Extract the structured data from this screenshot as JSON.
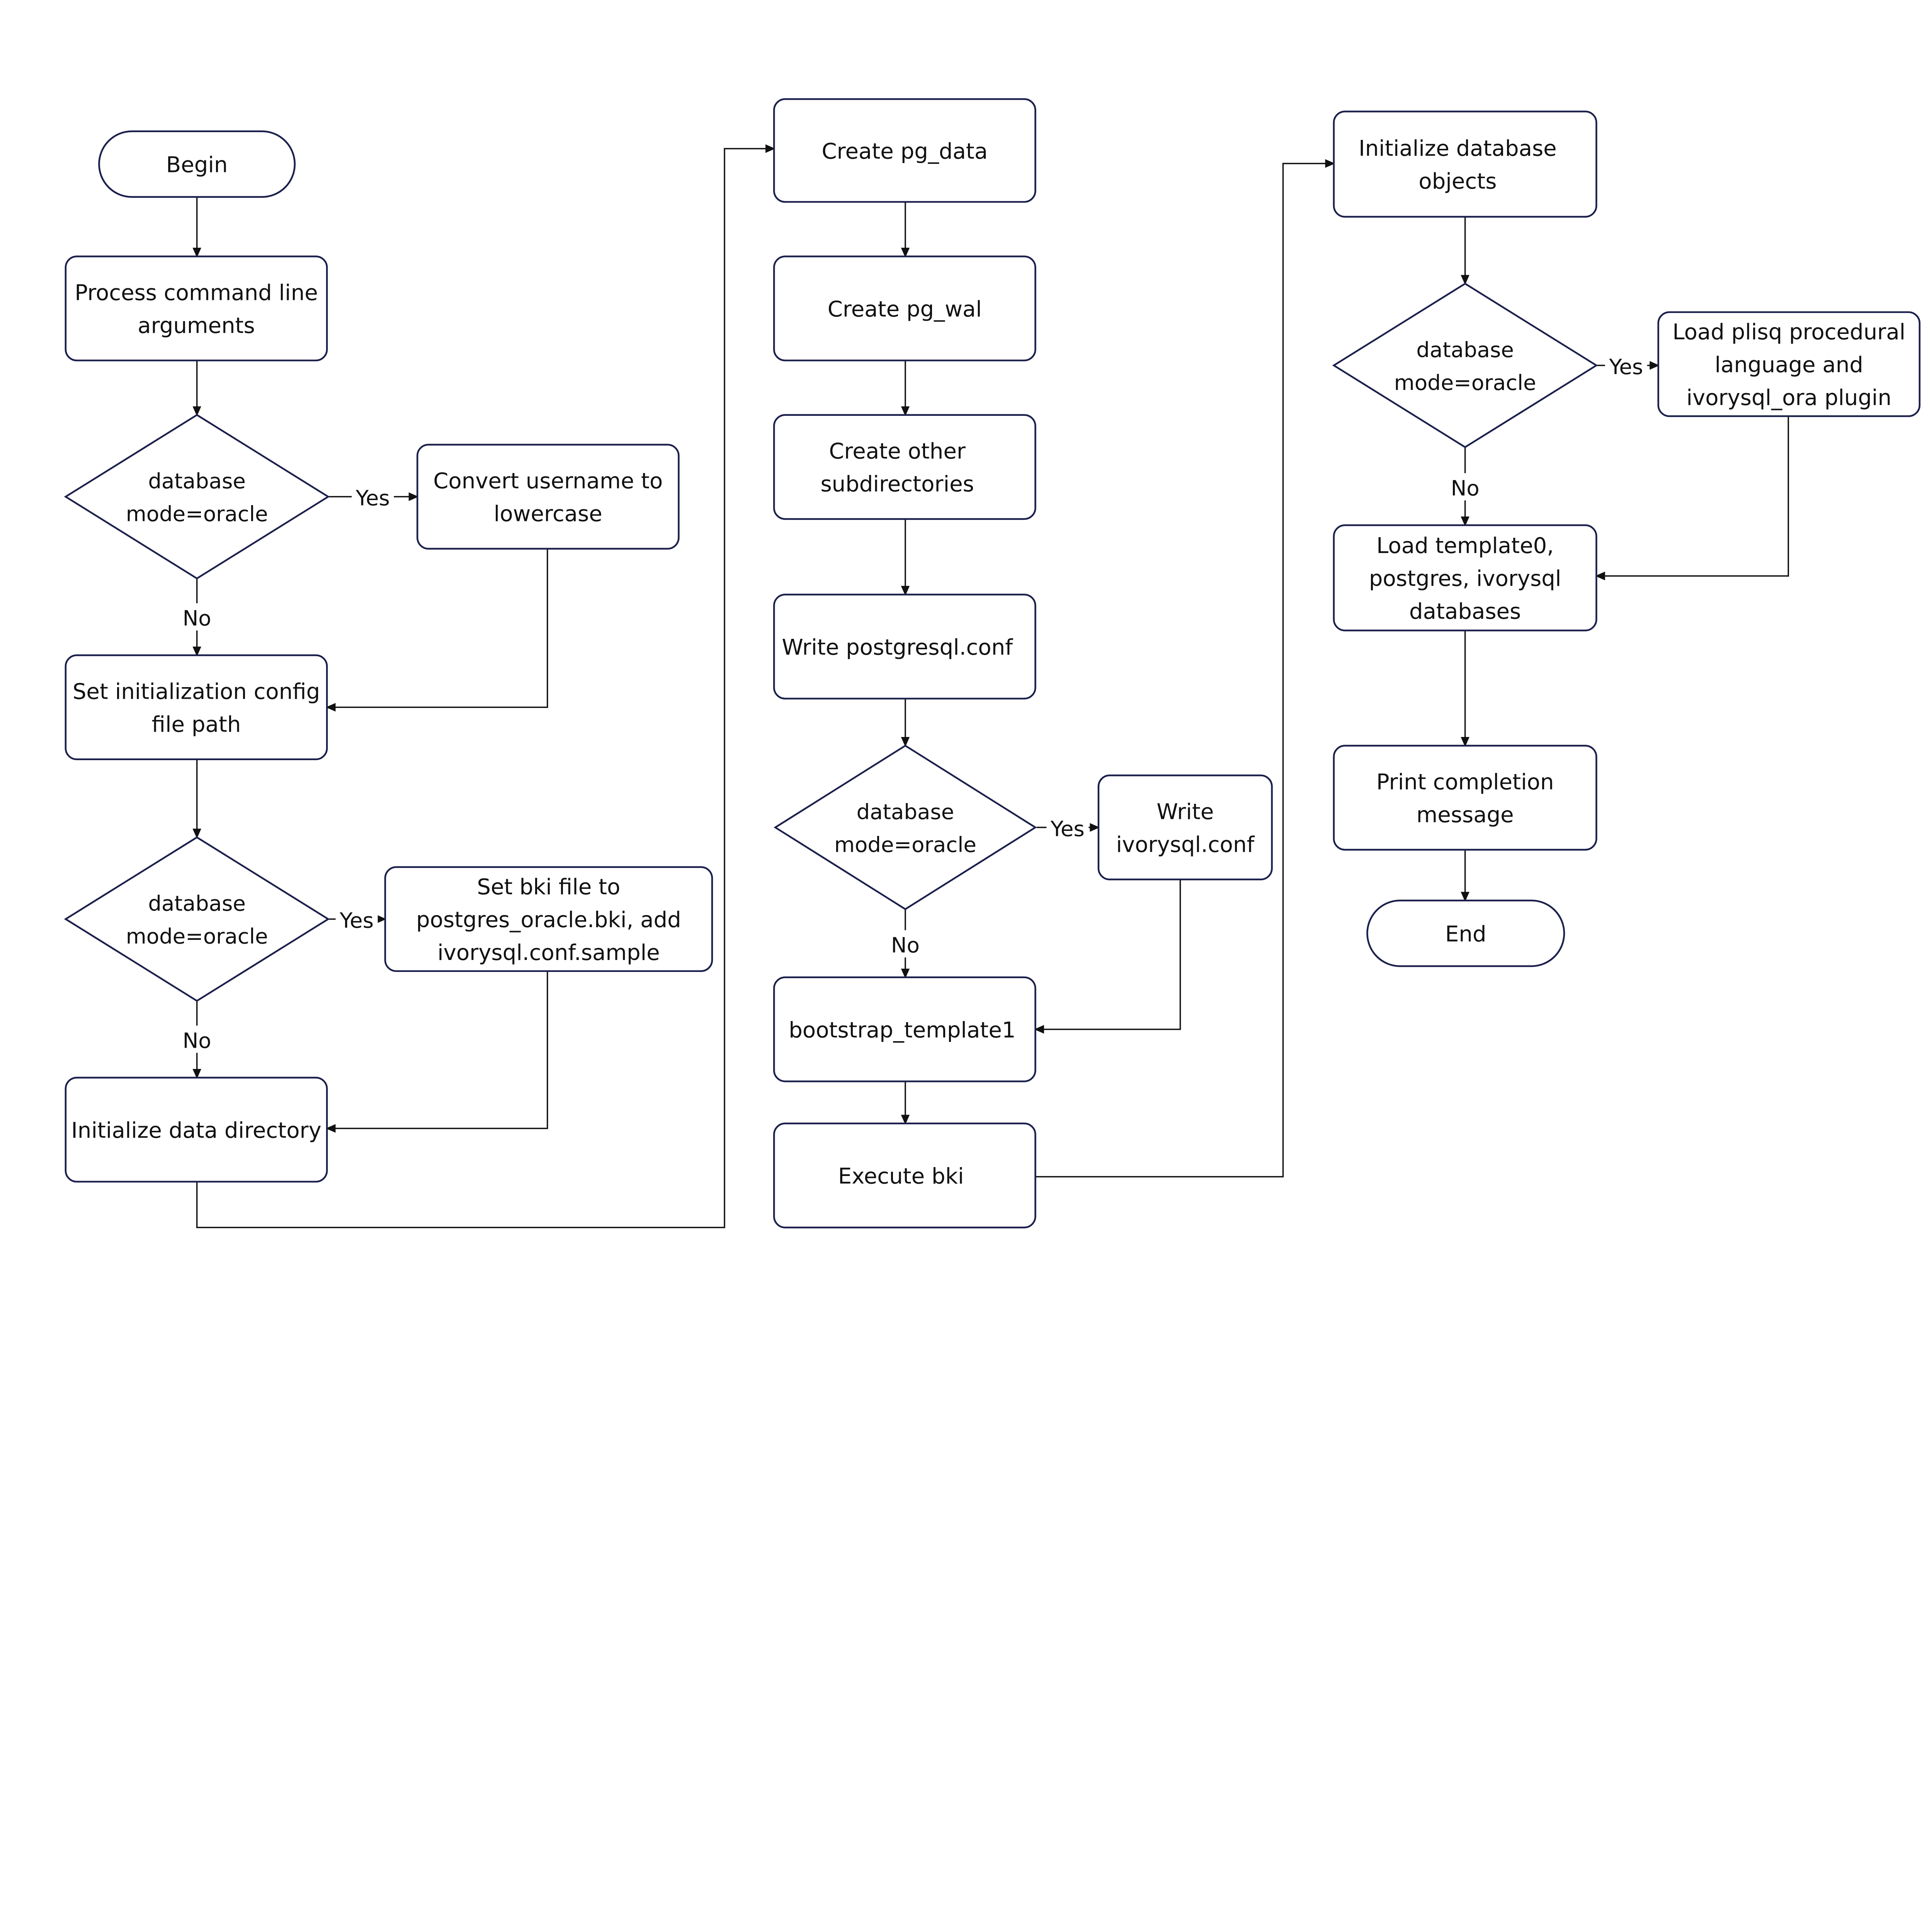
{
  "colors": {
    "stroke": "#1b1f4b",
    "edge": "#111111",
    "background": "#ffffff"
  },
  "nodes": {
    "begin": {
      "type": "terminator",
      "lines": [
        "Begin"
      ]
    },
    "process_args": {
      "type": "process",
      "lines": [
        "Process command line",
        "arguments"
      ]
    },
    "decision1": {
      "type": "decision",
      "lines": [
        "database",
        "mode=oracle"
      ]
    },
    "convert_username": {
      "type": "process",
      "lines": [
        "Convert username to",
        "lowercase"
      ]
    },
    "set_config_path": {
      "type": "process",
      "lines": [
        "Set initialization config",
        "file path"
      ]
    },
    "decision2": {
      "type": "decision",
      "lines": [
        "database",
        "mode=oracle"
      ]
    },
    "set_bki": {
      "type": "process",
      "lines": [
        "Set bki file to",
        "postgres_oracle.bki, add",
        "ivorysql.conf.sample"
      ]
    },
    "init_data_dir": {
      "type": "process",
      "lines": [
        "Initialize data directory"
      ]
    },
    "create_pg_data": {
      "type": "process",
      "lines": [
        "Create pg_data"
      ]
    },
    "create_pg_wal": {
      "type": "process",
      "lines": [
        "Create pg_wal"
      ]
    },
    "create_subdirs": {
      "type": "process",
      "lines": [
        "Create other",
        "subdirectories"
      ]
    },
    "write_postgresql_conf": {
      "type": "process",
      "lines": [
        "Write postgresql.conf"
      ]
    },
    "decision3": {
      "type": "decision",
      "lines": [
        "database",
        "mode=oracle"
      ]
    },
    "write_ivorysql_conf": {
      "type": "process",
      "lines": [
        "Write",
        "ivorysql.conf"
      ]
    },
    "bootstrap_template1": {
      "type": "process",
      "lines": [
        "bootstrap_template1"
      ]
    },
    "execute_bki": {
      "type": "process",
      "lines": [
        "Execute bki"
      ]
    },
    "init_db_objects": {
      "type": "process",
      "lines": [
        "Initialize database",
        "objects"
      ]
    },
    "decision4": {
      "type": "decision",
      "lines": [
        "database",
        "mode=oracle"
      ]
    },
    "load_plisql": {
      "type": "process",
      "lines": [
        "Load plisq procedural",
        "language and",
        "ivorysql_ora plugin"
      ]
    },
    "load_templates": {
      "type": "process",
      "lines": [
        "Load template0,",
        "postgres, ivorysql",
        "databases"
      ]
    },
    "print_completion": {
      "type": "process",
      "lines": [
        "Print completion",
        "message"
      ]
    },
    "end": {
      "type": "terminator",
      "lines": [
        "End"
      ]
    }
  },
  "edges": [
    {
      "from": "begin",
      "to": "process_args",
      "label": ""
    },
    {
      "from": "process_args",
      "to": "decision1",
      "label": ""
    },
    {
      "from": "decision1",
      "to": "convert_username",
      "label": "Yes"
    },
    {
      "from": "decision1",
      "to": "set_config_path",
      "label": "No"
    },
    {
      "from": "convert_username",
      "to": "set_config_path",
      "label": ""
    },
    {
      "from": "set_config_path",
      "to": "decision2",
      "label": ""
    },
    {
      "from": "decision2",
      "to": "set_bki",
      "label": "Yes"
    },
    {
      "from": "decision2",
      "to": "init_data_dir",
      "label": "No"
    },
    {
      "from": "set_bki",
      "to": "init_data_dir",
      "label": ""
    },
    {
      "from": "init_data_dir",
      "to": "create_pg_data",
      "label": ""
    },
    {
      "from": "create_pg_data",
      "to": "create_pg_wal",
      "label": ""
    },
    {
      "from": "create_pg_wal",
      "to": "create_subdirs",
      "label": ""
    },
    {
      "from": "create_subdirs",
      "to": "write_postgresql_conf",
      "label": ""
    },
    {
      "from": "write_postgresql_conf",
      "to": "decision3",
      "label": ""
    },
    {
      "from": "decision3",
      "to": "write_ivorysql_conf",
      "label": "Yes"
    },
    {
      "from": "decision3",
      "to": "bootstrap_template1",
      "label": "No"
    },
    {
      "from": "write_ivorysql_conf",
      "to": "bootstrap_template1",
      "label": ""
    },
    {
      "from": "bootstrap_template1",
      "to": "execute_bki",
      "label": ""
    },
    {
      "from": "execute_bki",
      "to": "init_db_objects",
      "label": ""
    },
    {
      "from": "init_db_objects",
      "to": "decision4",
      "label": ""
    },
    {
      "from": "decision4",
      "to": "load_plisql",
      "label": "Yes"
    },
    {
      "from": "decision4",
      "to": "load_templates",
      "label": "No"
    },
    {
      "from": "load_plisql",
      "to": "load_templates",
      "label": ""
    },
    {
      "from": "load_templates",
      "to": "print_completion",
      "label": ""
    },
    {
      "from": "print_completion",
      "to": "end",
      "label": ""
    }
  ]
}
